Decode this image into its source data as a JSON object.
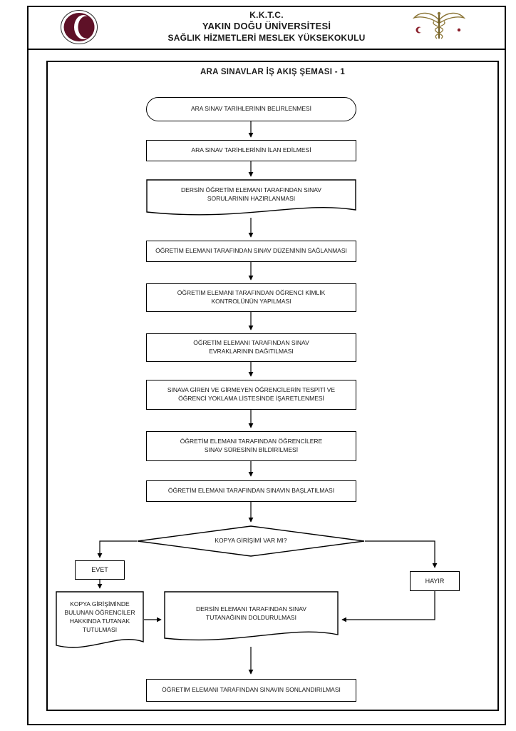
{
  "header": {
    "line1": "K.K.T.C.",
    "line2": "YAKIN DOĞU ÜNİVERSİTESİ",
    "line3": "SAĞLIK HİZMETLERİ MESLEK YÜKSEKOKULU"
  },
  "title": "ARA SINAVLAR İŞ AKIŞ ŞEMASI - 1",
  "colors": {
    "ink": "#000000",
    "logo_maroon": "#5e1127",
    "emblem_gold": "#8b7536",
    "emblem_red": "#8a1f2b"
  },
  "flowchart": {
    "nodes": [
      {
        "id": "start",
        "type": "terminator",
        "label": "ARA SINAV TARİHLERİNİN BELİRLENMESİ"
      },
      {
        "id": "announce-dates",
        "type": "process",
        "label": "ARA SINAV TARİHLERİNİN İLAN EDİLMESİ"
      },
      {
        "id": "prepare-questions",
        "type": "document",
        "label": "DERSİN ÖĞRETİM ELEMANI TARAFINDAN SINAV SORULARININ HAZIRLANMASI"
      },
      {
        "id": "arrange-exam-order",
        "type": "process",
        "label": "ÖĞRETİM ELEMANI TARAFINDAN SINAV DÜZENİNİN SAĞLANMASI"
      },
      {
        "id": "student-id-check",
        "type": "process",
        "label": "ÖĞRETİM ELEMANI TARAFINDAN ÖĞRENCİ KİMLİK KONTROLÜNÜN YAPILMASI"
      },
      {
        "id": "distribute-papers",
        "type": "process",
        "label": "ÖĞRETİM ELEMANI TARAFINDAN SINAV EVRAKLARININ DAĞITILMASI"
      },
      {
        "id": "mark-attendance",
        "type": "process",
        "label": "SINAVA GİREN VE GİRMEYEN ÖĞRENCİLERİN TESPİTİ VE ÖĞRENCİ YOKLAMA LİSTESİNDE İŞARETLENMESİ"
      },
      {
        "id": "announce-duration",
        "type": "process",
        "label": "ÖĞRETİM ELEMANI TARAFINDAN ÖĞRENCİLERE SINAV SÜRESİNİN BİLDİRİLMESİ"
      },
      {
        "id": "start-exam",
        "type": "process",
        "label": "ÖĞRETİM ELEMANI TARAFINDAN SINAVIN BAŞLATILMASI"
      },
      {
        "id": "cheating-decision",
        "type": "decision",
        "label": "KOPYA GİRİŞİMİ VAR MI?"
      },
      {
        "id": "yes-label",
        "type": "connector-label",
        "label": "EVET"
      },
      {
        "id": "no-label",
        "type": "connector-label",
        "label": "HAYIR"
      },
      {
        "id": "cheating-report",
        "type": "document",
        "label": "KOPYA GİRİŞİMİNDE BULUNAN ÖĞRENCİLER HAKKINDA TUTANAK TUTULMASI"
      },
      {
        "id": "fill-exam-report",
        "type": "document",
        "label": "DERSİN ELEMANI TARAFINDAN SINAV TUTANAĞININ DOLDURULMASI"
      },
      {
        "id": "end-exam",
        "type": "process",
        "label": "ÖĞRETİM ELEMANI TARAFINDAN SINAVIN SONLANDIRILMASI"
      }
    ],
    "edges": [
      {
        "from": "start",
        "to": "announce-dates"
      },
      {
        "from": "announce-dates",
        "to": "prepare-questions"
      },
      {
        "from": "prepare-questions",
        "to": "arrange-exam-order"
      },
      {
        "from": "arrange-exam-order",
        "to": "student-id-check"
      },
      {
        "from": "student-id-check",
        "to": "distribute-papers"
      },
      {
        "from": "distribute-papers",
        "to": "mark-attendance"
      },
      {
        "from": "mark-attendance",
        "to": "announce-duration"
      },
      {
        "from": "announce-duration",
        "to": "start-exam"
      },
      {
        "from": "start-exam",
        "to": "cheating-decision"
      },
      {
        "from": "cheating-decision",
        "to": "cheating-report",
        "label": "EVET"
      },
      {
        "from": "cheating-decision",
        "to": "fill-exam-report",
        "label": "HAYIR"
      },
      {
        "from": "cheating-report",
        "to": "fill-exam-report"
      },
      {
        "from": "fill-exam-report",
        "to": "end-exam"
      }
    ]
  }
}
